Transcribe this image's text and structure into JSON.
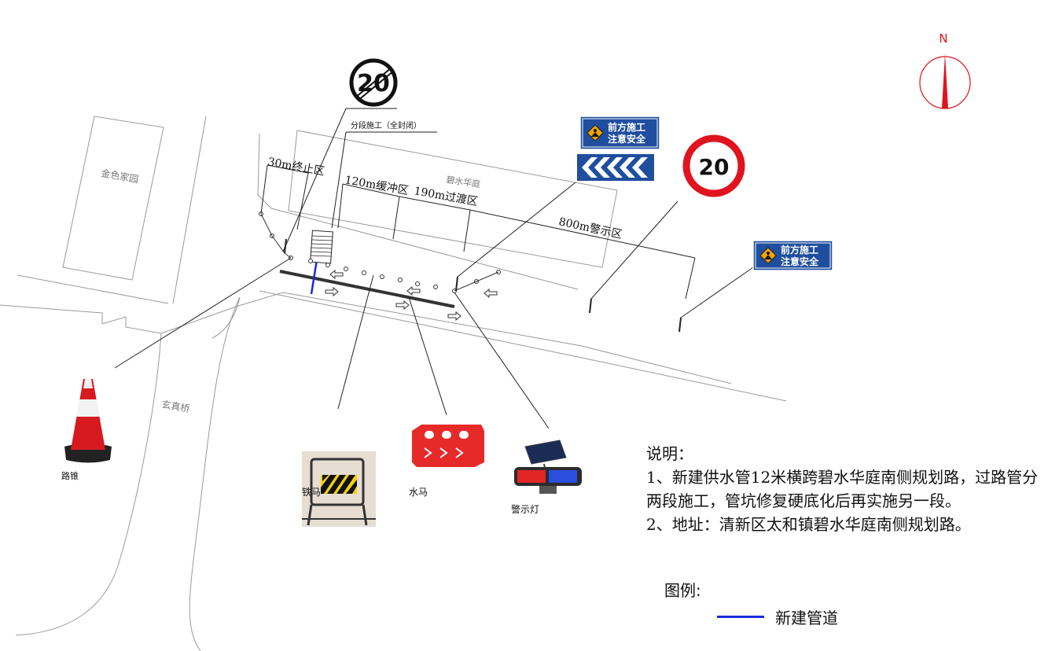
{
  "compass": {
    "north_label": "N"
  },
  "places": {
    "golden_estate": "金色家园",
    "bishui_garden": "碧水华庭",
    "xuanzhen_bridge": "玄真桥"
  },
  "zones": {
    "end_zone": "30m终止区",
    "buffer_zone": "120m缓冲区",
    "transition_zone": "190m过渡区",
    "warning_zone": "800m警示区",
    "section_label": "分段施工（全封闭）"
  },
  "signs": {
    "speed_end_value": "20",
    "speed_limit_value": "20",
    "construction_line1": "前方施工",
    "construction_line2": "注意安全"
  },
  "equipment": {
    "cone": "路锥",
    "iron_barrier": "铁马",
    "water_barrier": "水马",
    "warning_light": "警示灯"
  },
  "notes": {
    "title": "说明：",
    "item1": "1、新建供水管12米横跨碧水华庭南侧规划路，过路管分两段施工，管坑修复硬底化后再实施另一段。",
    "item2": "2、地址：清新区太和镇碧水华庭南侧规划路。"
  },
  "legend": {
    "title": "图例:",
    "new_pipe": "新建管道",
    "new_pipe_color": "#1a2bdb"
  },
  "colors": {
    "sign_blue": "#1f4e9e",
    "sign_red": "#e0141e",
    "warning_yellow": "#f5a400"
  }
}
